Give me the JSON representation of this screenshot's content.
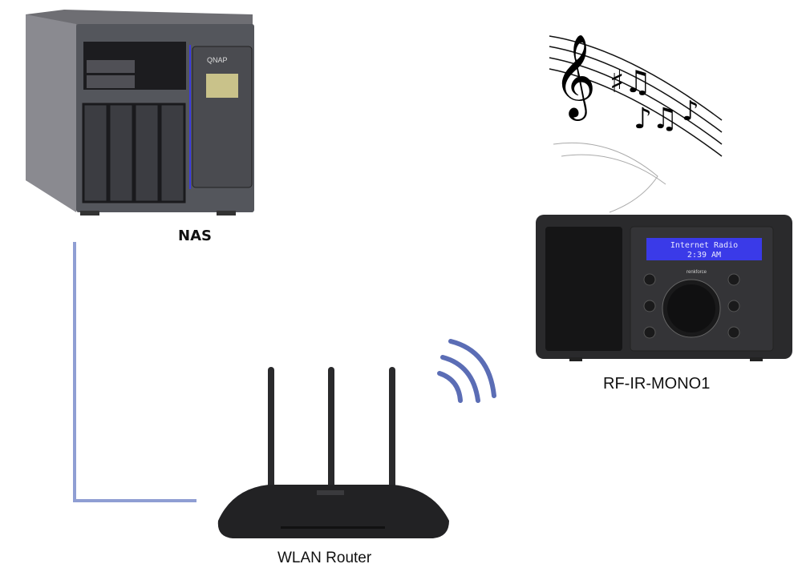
{
  "nodes": {
    "nas": {
      "label": "NAS",
      "logo": "QNAP"
    },
    "radio": {
      "label": "RF-IR-MONO1",
      "display_line1": "Internet Radio",
      "display_line2": "2:39 AM",
      "brand": "renkforce"
    },
    "router": {
      "label": "WLAN Router"
    }
  },
  "connections": [
    {
      "from": "NAS",
      "to": "WLAN Router",
      "type": "wired",
      "color": "#8f9ed3"
    },
    {
      "from": "WLAN Router",
      "to": "RF-IR-MONO1",
      "type": "wireless",
      "color": "#5b6db5"
    }
  ],
  "decorations": [
    "music-notes-icon"
  ]
}
